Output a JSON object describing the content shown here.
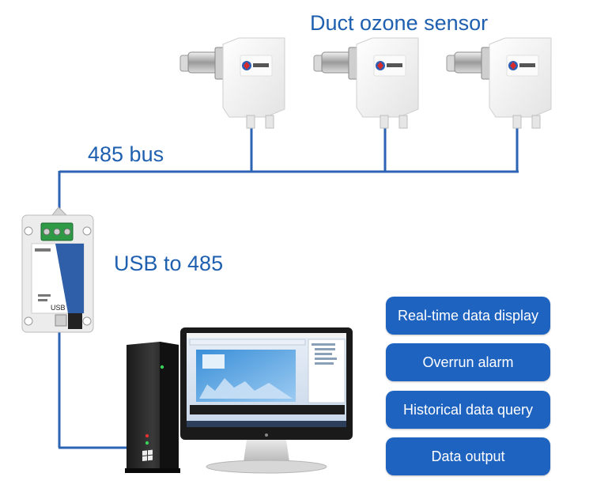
{
  "labels": {
    "title": "Duct ozone sensor",
    "bus": "485 bus",
    "converter": "USB to 485"
  },
  "device": {
    "usb_port_label": "USB"
  },
  "features": [
    "Real-time data display",
    "Overrun alarm",
    "Historical data query",
    "Data output"
  ],
  "colors": {
    "accent": "#1f63c0",
    "wire": "#2c63b3",
    "text": "#1f5fb0"
  },
  "icons": [
    "ozone-sensor-icon",
    "usb-485-converter-icon",
    "pc-tower-icon",
    "monitor-icon",
    "windows-logo-icon"
  ]
}
